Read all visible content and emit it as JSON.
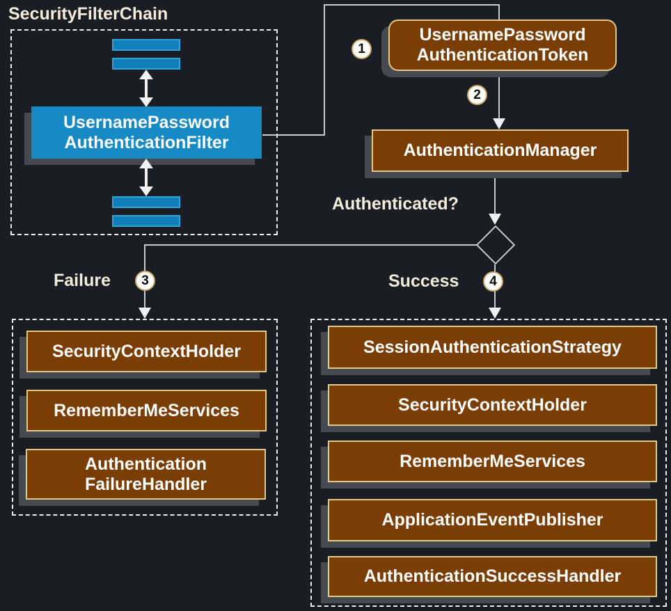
{
  "colors": {
    "background": "#1a1d23",
    "node_blue": "#178ac6",
    "node_brown": "#7a3d04",
    "brown_border": "#e4ca88",
    "shadow": "#454a50",
    "connector": "#c9ccd1",
    "label_text": "#f2edda",
    "node_text": "#ffffff",
    "badge_ring": "#c9a96a"
  },
  "security_filter_chain": {
    "title": "SecurityFilterChain",
    "filter": {
      "line1": "UsernamePassword",
      "line2": "AuthenticationFilter"
    }
  },
  "token_box": {
    "line1": "UsernamePassword",
    "line2": "AuthenticationToken"
  },
  "auth_manager_label": "AuthenticationManager",
  "question_label": "Authenticated?",
  "steps": {
    "s1": "1",
    "s2": "2",
    "s3": "3",
    "s4": "4"
  },
  "failure_branch": {
    "label": "Failure",
    "boxes": [
      {
        "line1": "SecurityContextHolder"
      },
      {
        "line1": "RememberMeServices"
      },
      {
        "line1": "Authentication",
        "line2": "FailureHandler"
      }
    ]
  },
  "success_branch": {
    "label": "Success",
    "boxes": [
      {
        "line1": "SessionAuthenticationStrategy"
      },
      {
        "line1": "SecurityContextHolder"
      },
      {
        "line1": "RememberMeServices"
      },
      {
        "line1": "ApplicationEventPublisher"
      },
      {
        "line1": "AuthenticationSuccessHandler"
      }
    ]
  }
}
